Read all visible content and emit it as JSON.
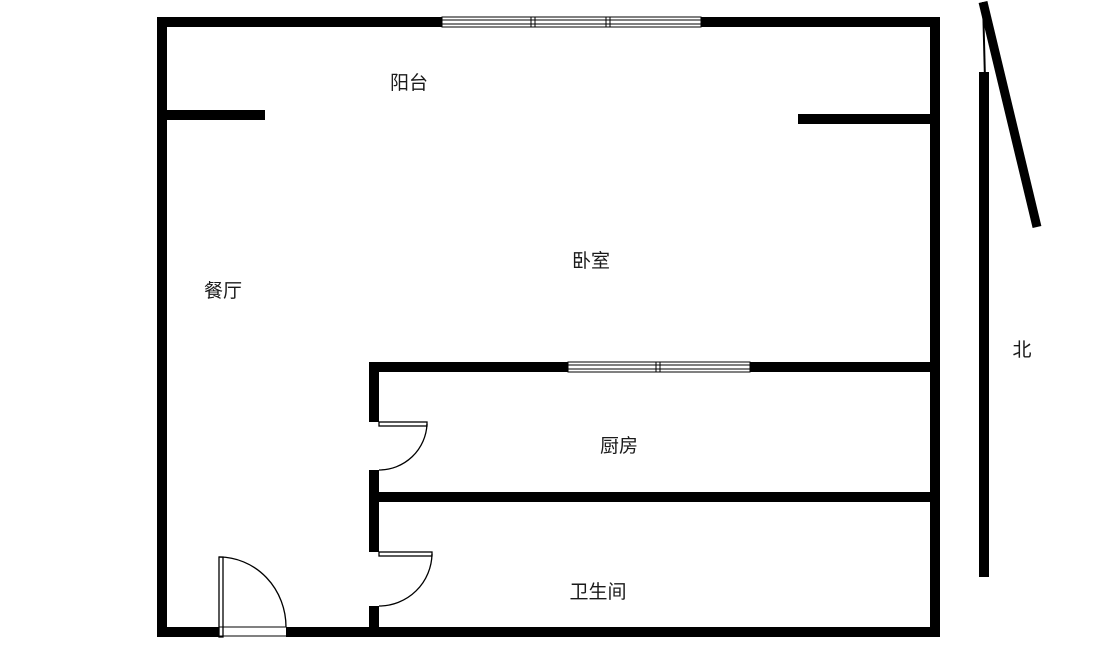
{
  "rooms": {
    "balcony": "阳台",
    "bedroom": "卧室",
    "dining": "餐厅",
    "kitchen": "厨房",
    "bathroom": "卫生间"
  },
  "compass": {
    "label": "北"
  },
  "colors": {
    "wall": "#000000",
    "background": "#ffffff"
  }
}
